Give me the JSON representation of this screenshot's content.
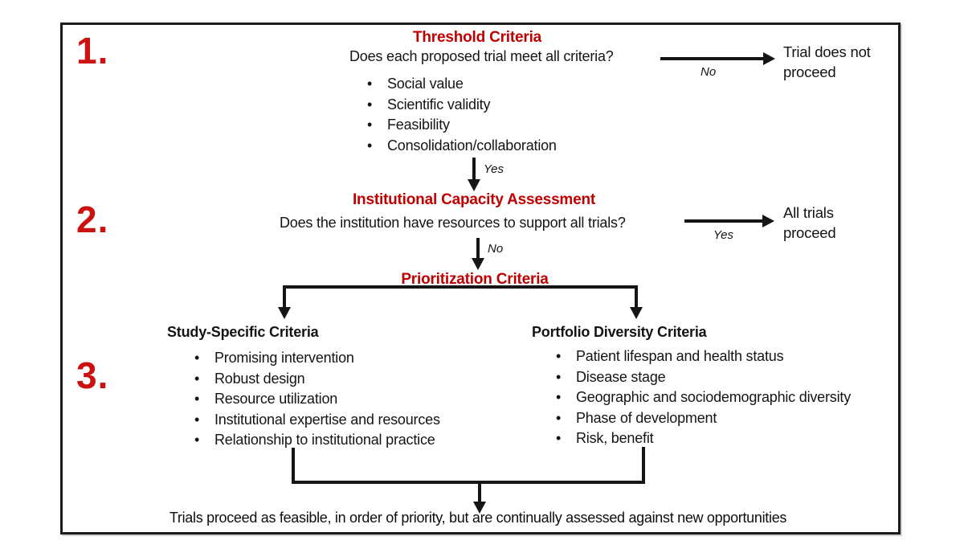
{
  "colors": {
    "heading_red": "#c00000",
    "step_number_red": "#cc1111",
    "line_black": "#151515"
  },
  "steps": {
    "one": "1.",
    "two": "2.",
    "three": "3."
  },
  "section1": {
    "title": "Threshold Criteria",
    "question": "Does each proposed trial meet all criteria?",
    "bullets": [
      "Social value",
      "Scientific validity",
      "Feasibility",
      "Consolidation/collaboration"
    ],
    "no_label": "No",
    "no_result": "Trial does not proceed",
    "yes_label": "Yes"
  },
  "section2": {
    "title": "Institutional Capacity Assessment",
    "question": "Does the institution have resources to support all trials?",
    "yes_label": "Yes",
    "yes_result": "All trials proceed",
    "no_label": "No"
  },
  "section3": {
    "title": "Prioritization Criteria",
    "left_column": {
      "title": "Study-Specific Criteria",
      "bullets": [
        "Promising intervention",
        "Robust design",
        "Resource utilization",
        "Institutional expertise and resources",
        "Relationship to institutional practice"
      ]
    },
    "right_column": {
      "title": "Portfolio Diversity Criteria",
      "bullets": [
        "Patient lifespan and health status",
        "Disease stage",
        "Geographic and sociodemographic diversity",
        "Phase of development",
        "Risk, benefit"
      ]
    }
  },
  "footer": {
    "text": "Trials proceed as feasible, in order of priority, but are continually assessed against new opportunities"
  }
}
